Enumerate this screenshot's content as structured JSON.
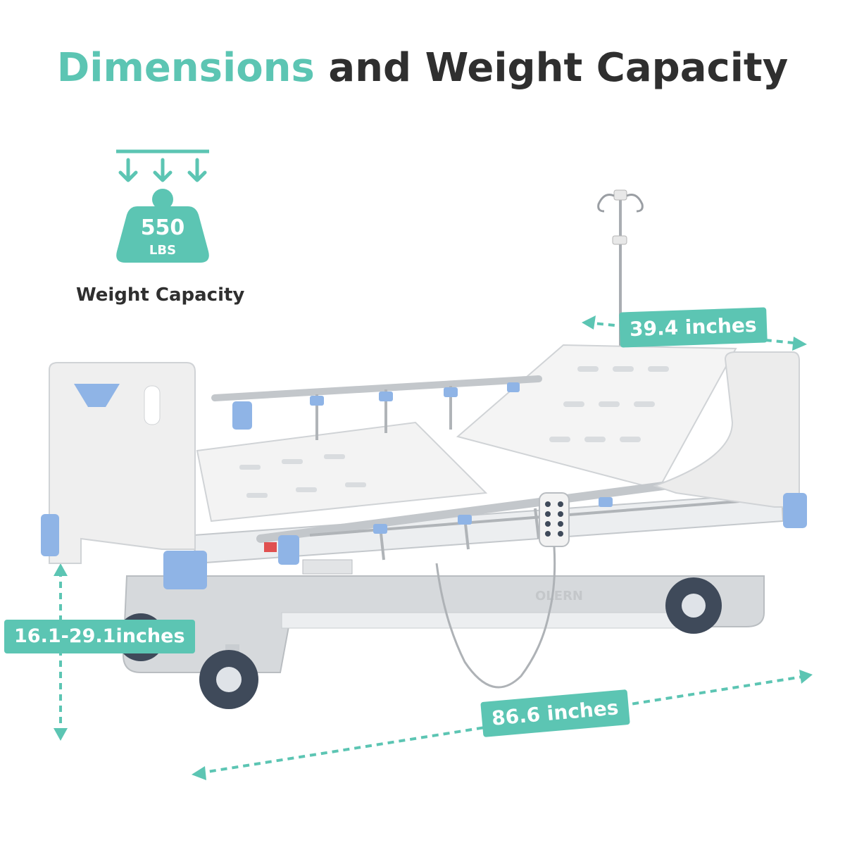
{
  "heading": {
    "accent_word": "Dimensions",
    "rest": "and Weight Capacity",
    "accent_color": "#5cc5b3",
    "text_color": "#2f2f2f"
  },
  "weight": {
    "value": "550",
    "unit": "LBS",
    "caption": "Weight Capacity",
    "icon": "weight-load-icon"
  },
  "dimensions": {
    "width": "39.4 inches",
    "height": "16.1-29.1inches",
    "length": "86.6 inches"
  },
  "product": {
    "brand": "OLERN",
    "item": "electric-hospital-bed"
  },
  "colors": {
    "accent": "#5cc5b3",
    "bed_blue": "#8fb4e6",
    "bed_white": "#f1f1f1",
    "frame_grey": "#d6d9dc"
  }
}
